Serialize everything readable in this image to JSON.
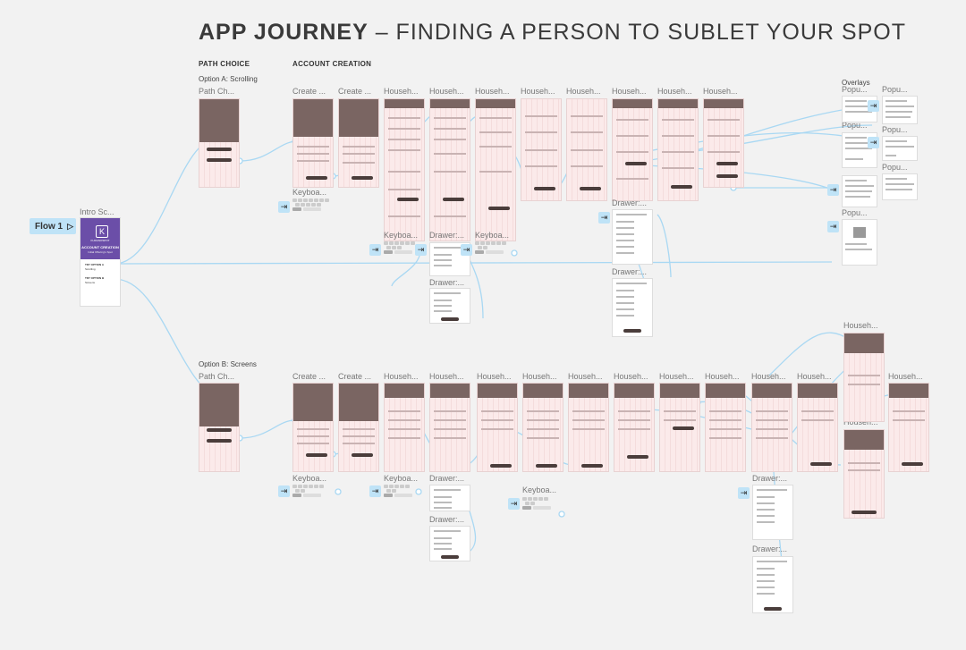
{
  "title": {
    "bold": "APP JOURNEY",
    "rest": " – FINDING A PERSON TO SUBLET YOUR SPOT"
  },
  "sections": {
    "path_choice": "PATH CHOICE",
    "account_creation": "ACCOUNT CREATION",
    "overlays": "Overlays"
  },
  "options": {
    "a": "Option A: Scrolling",
    "b": "Option B: Screens"
  },
  "flow_tag": "Flow 1",
  "intro_label": "Intro Sc...",
  "intro": {
    "brand": "KURANOSPOT",
    "heading": "ACCOUNT CREATION",
    "sub": "Initial Offering's Spot",
    "opt_a": "TRY OPTION A",
    "opt_a_sub": "Scrolling",
    "opt_b": "TRY OPTION B",
    "opt_b_sub": "Screens"
  },
  "labels": {
    "path": "Path Ch...",
    "create": "Create ...",
    "household": "Househ...",
    "keyboard": "Keyboa...",
    "drawer": "Drawer:...",
    "popup": "Popu..."
  },
  "colors": {
    "accent": "#bfe3f7",
    "link": "#a9d8f3",
    "brand": "#7a6562",
    "frame_bg": "#fbeaea"
  }
}
